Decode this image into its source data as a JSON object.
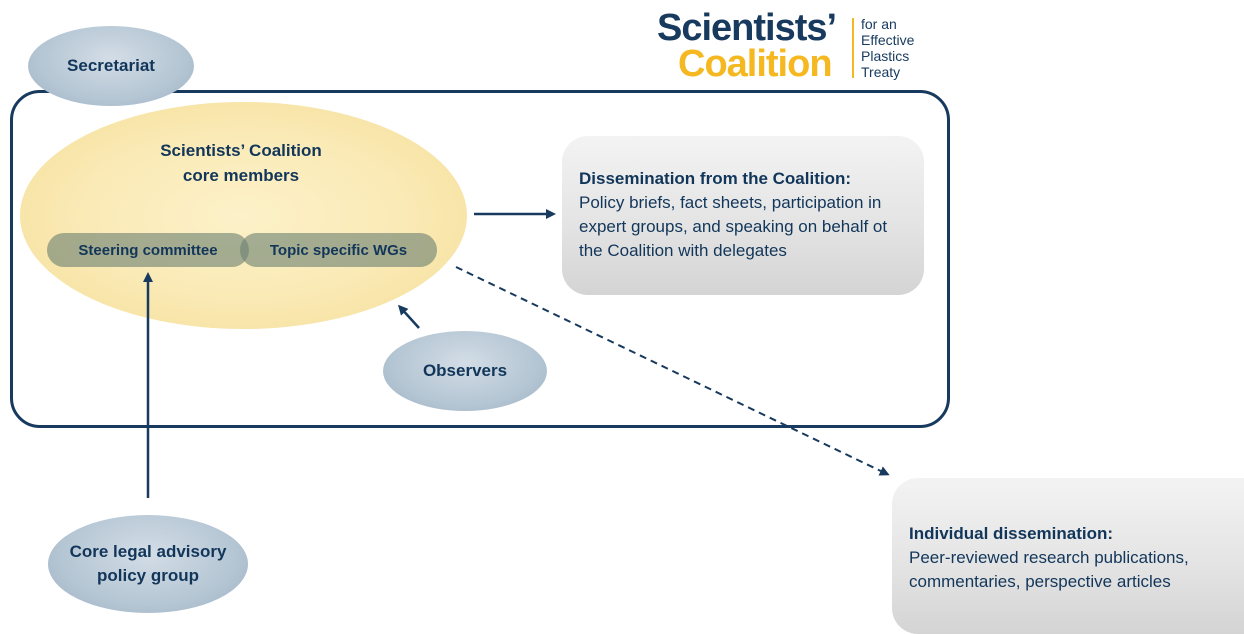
{
  "logo": {
    "word1": "Scientists’",
    "word2": "Coalition",
    "tagline": [
      "for an",
      "Effective",
      "Plastics",
      "Treaty"
    ]
  },
  "nodes": {
    "secretariat": "Secretariat",
    "core_members": "Scientists’ Coalition\ncore members",
    "steering_committee": "Steering committee",
    "topic_wgs": "Topic specific WGs",
    "observers": "Observers",
    "legal_group": "Core legal advisory\npolicy group"
  },
  "dissemination_coalition": {
    "heading": "Dissemination from the Coalition:",
    "body": "Policy briefs, fact sheets, participation in expert groups, and speaking on behalf ot the Coalition with delegates"
  },
  "dissemination_individual": {
    "heading": "Individual dissemination:",
    "body": "Peer-reviewed research publications, commentaries, perspective articles"
  },
  "colors": {
    "navy": "#173a5e",
    "gold": "#f5b820",
    "core_fill": "#faeab6",
    "oval_fill": "#b5c6d4",
    "pill_fill": "#7f9384",
    "box_fill": "#e4e4e4"
  }
}
